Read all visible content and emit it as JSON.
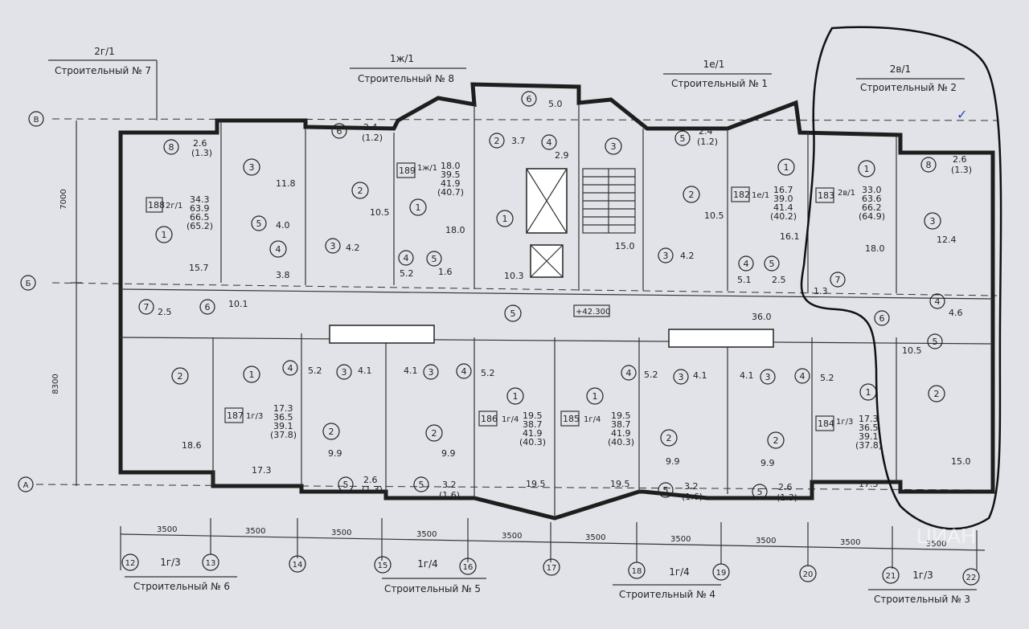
{
  "sections_top": [
    {
      "type": "2г/1",
      "name": "Строительный № 7"
    },
    {
      "type": "1ж/1",
      "name": "Строительный № 8"
    },
    {
      "type": "1е/1",
      "name": "Строительный № 1"
    },
    {
      "type": "2в/1",
      "name": "Строительный № 2"
    }
  ],
  "sections_bottom": [
    {
      "type": "1г/3",
      "name": "Строительный № 6"
    },
    {
      "type": "1г/4",
      "name": "Строительный № 5"
    },
    {
      "type": "1г/4",
      "name": "Строительный № 4"
    },
    {
      "type": "1г/3",
      "name": "Строительный № 3"
    }
  ],
  "grid_rows": [
    "В",
    "Б",
    "А"
  ],
  "grid_cols": [
    "12",
    "13",
    "14",
    "15",
    "16",
    "17",
    "18",
    "19",
    "20",
    "21",
    "22"
  ],
  "dims_left": [
    "7000",
    "8300"
  ],
  "dim_3500": "3500",
  "elevation": "+42.300",
  "apartments": [
    {
      "num": "188",
      "type": "2г/1",
      "area1": "34.3",
      "area2": "63.9",
      "area3": "66.5",
      "area4": "(65.2)"
    },
    {
      "num": "189",
      "type": "1ж/1",
      "area1": "18.0",
      "area2": "39.5",
      "area3": "41.9",
      "area4": "(40.7)"
    },
    {
      "num": "182",
      "type": "1е/1",
      "area1": "16.7",
      "area2": "39.0",
      "area3": "41.4",
      "area4": "(40.2)"
    },
    {
      "num": "183",
      "type": "2в/1",
      "area1": "33.0",
      "area2": "63.6",
      "area3": "66.2",
      "area4": "(64.9)"
    },
    {
      "num": "187",
      "type": "1г/3",
      "area1": "17.3",
      "area2": "36.5",
      "area3": "39.1",
      "area4": "(37.8)"
    },
    {
      "num": "186",
      "type": "1г/4",
      "area1": "19.5",
      "area2": "38.7",
      "area3": "41.9",
      "area4": "(40.3)"
    },
    {
      "num": "185",
      "type": "1г/4",
      "area1": "19.5",
      "area2": "38.7",
      "area3": "41.9",
      "area4": "(40.3)"
    },
    {
      "num": "184",
      "type": "1г/3",
      "area1": "17.3",
      "area2": "36.5",
      "area3": "39.1",
      "area4": "(37.8)"
    }
  ],
  "room_areas": {
    "balc_tl": "2.6",
    "balc_tl_b": "(1.3)",
    "r_11_8": "11.8",
    "r_4_0": "4.0",
    "r_15_7": "15.7",
    "r_3_8": "3.8",
    "balc_2": "2.4",
    "balc_2b": "(1.2)",
    "r_10_5a": "10.5",
    "r_4_2a": "4.2",
    "r_5_2": "5.2",
    "r_18_0": "18.0",
    "r_1_6": "1.6",
    "r_10_3": "10.3",
    "s_5_0": "5.0",
    "s_3_7": "3.7",
    "s_2_9": "2.9",
    "s_15_0": "15.0",
    "balc_3": "2.4",
    "balc_3b": "(1.2)",
    "r_10_5b": "10.5",
    "r_4_2b": "4.2",
    "r_16_1": "16.1",
    "r_5_1": "5.1",
    "r_2_5b": "2.5",
    "r_18_0b": "18.0",
    "r_1_3": "1.3",
    "balc_tr": "2.6",
    "balc_tr_b": "(1.3)",
    "r_12_4": "12.4",
    "r_4_6": "4.6",
    "r_10_5c": "10.5",
    "r_15_0": "15.0",
    "r_2_5": "2.5",
    "r_10_1": "10.1",
    "r_18_6": "18.6",
    "r_36_0": "36.0",
    "r_5_2l": "5.2",
    "r_4_1a": "4.1",
    "r_4_1b": "4.1",
    "r_5_2m": "5.2",
    "r_5_2r": "5.2",
    "r_4_1c": "4.1",
    "r_4_1d": "4.1",
    "r_5_2e": "5.2",
    "r_9_9a": "9.9",
    "r_9_9b": "9.9",
    "r_9_9c": "9.9",
    "r_9_9d": "9.9",
    "r_17_3a": "17.3",
    "r_19_5a": "19.5",
    "r_19_5b": "19.5",
    "r_17_3b": "17.3",
    "balc_b1": "2.6",
    "balc_b1b": "(1.3)",
    "balc_b2": "3.2",
    "balc_b2b": "(1.6)",
    "balc_b3": "3.2",
    "balc_b3b": "(1.6)",
    "balc_b4": "2.6",
    "balc_b4b": "(1.3)"
  },
  "watermark": "ЦИАН",
  "note_mark": "✓"
}
